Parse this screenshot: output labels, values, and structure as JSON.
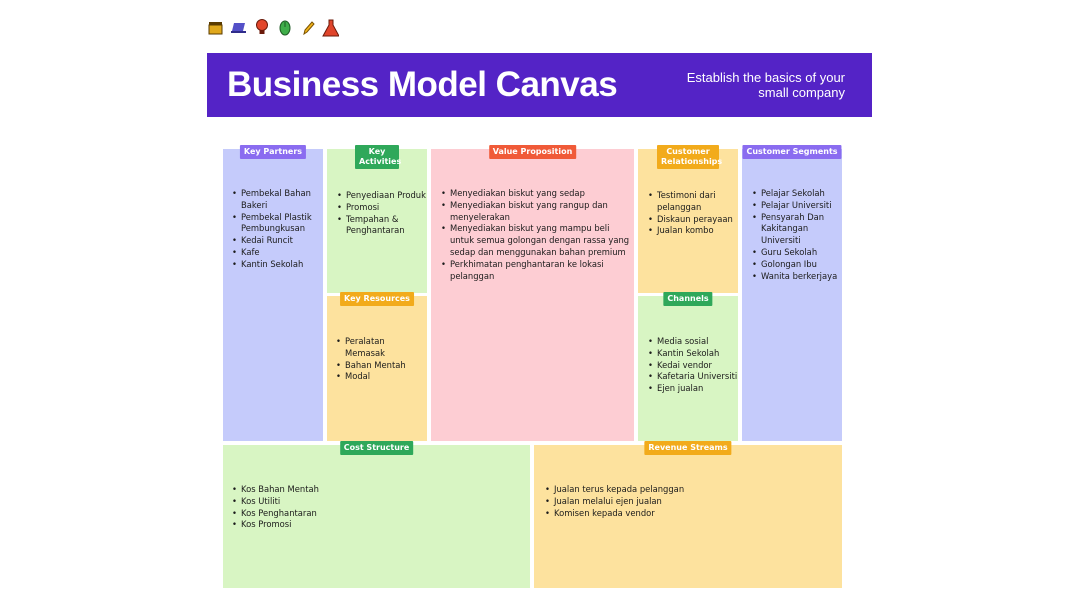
{
  "icons": [
    "clapperboard-icon",
    "laptop-icon",
    "lightbulb-icon",
    "mouse-icon",
    "pencil-icon",
    "dress-icon"
  ],
  "header": {
    "title": "Business Model Canvas",
    "subtitle": "Establish the basics of your small company"
  },
  "sections": {
    "key_partners": {
      "label": "Key Partners",
      "items": [
        "Pembekal Bahan Bakeri",
        "Pembekal Plastik Pembungkusan",
        "Kedai Runcit",
        "Kafe",
        "Kantin Sekolah"
      ]
    },
    "key_activities": {
      "label": "Key Activities",
      "items": [
        "Penyediaan Produk",
        "Promosi",
        "Tempahan & Penghantaran"
      ]
    },
    "key_resources": {
      "label": "Key Resources",
      "items": [
        "Peralatan Memasak",
        "Bahan Mentah",
        "Modal"
      ]
    },
    "value_proposition": {
      "label": "Value Proposition",
      "items": [
        "Menyediakan biskut yang sedap",
        "Menyediakan biskut yang rangup dan menyelerakan",
        "Menyediakan biskut yang mampu beli untuk semua golongan dengan rassa yang sedap dan menggunakan bahan premium",
        "Perkhimatan penghantaran ke lokasi pelanggan"
      ]
    },
    "customer_relationships": {
      "label": "Customer Relationships",
      "items": [
        "Testimoni dari pelanggan",
        "Diskaun perayaan",
        "Jualan kombo"
      ]
    },
    "channels": {
      "label": "Channels",
      "items": [
        "Media sosial",
        "Kantin Sekolah",
        "Kedai vendor",
        "Kafetaria Universiti",
        "Ejen jualan"
      ]
    },
    "customer_segments": {
      "label": "Customer Segments",
      "items": [
        "Pelajar Sekolah",
        "Pelajar Universiti",
        "Pensyarah Dan Kakitangan Universiti",
        "Guru Sekolah",
        "Golongan Ibu",
        "Wanita berkerjaya"
      ]
    },
    "cost_structure": {
      "label": "Cost Structure",
      "items": [
        "Kos Bahan Mentah",
        "Kos Utiliti",
        "Kos Penghantaran",
        "Kos Promosi"
      ]
    },
    "revenue_streams": {
      "label": "Revenue Streams",
      "items": [
        "Jualan terus kepada pelanggan",
        "Jualan melalui ejen jualan",
        "Komisen kepada vendor"
      ]
    }
  }
}
